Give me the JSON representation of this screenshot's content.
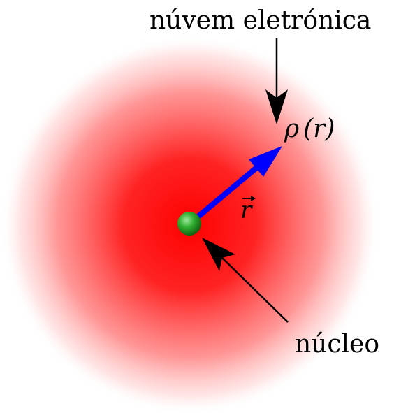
{
  "labels": {
    "cloud": "núvem eletrónica",
    "density_symbol": "ρ",
    "density_arg": "(r)",
    "radius_vector": "r",
    "nucleus": "núcleo"
  },
  "colors": {
    "cloud_center": "#ff0000",
    "cloud_edge": "#ffffff",
    "vector": "#0000ff",
    "nucleus": "#2e9e2e",
    "arrows": "#000000"
  }
}
